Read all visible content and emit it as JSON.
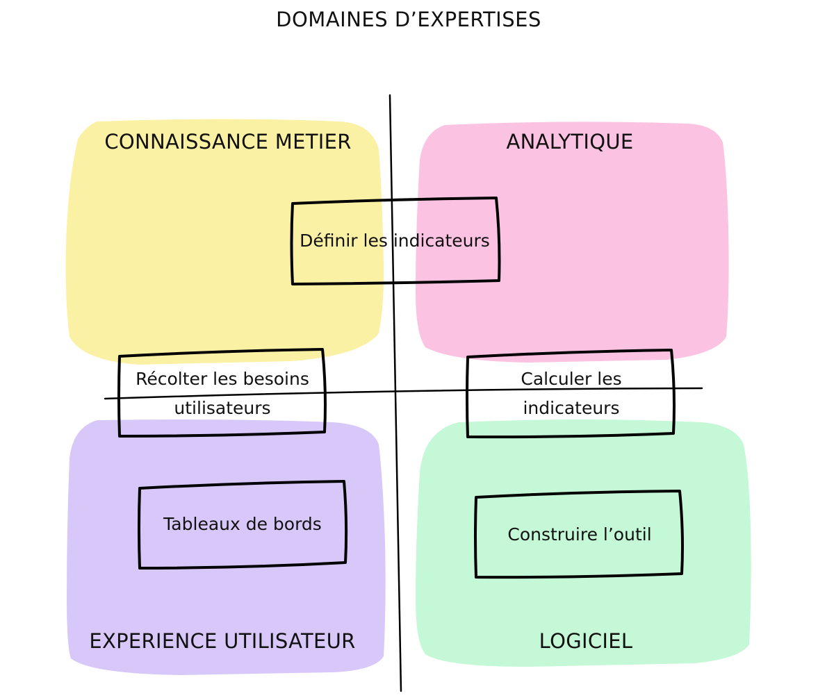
{
  "title": "DOMAINES D’EXPERTISES",
  "colors": {
    "business": "#fbf1a4",
    "analytics": "#fbc2e2",
    "ux": "#d8c7f9",
    "software": "#c4f8d6",
    "stroke": "#000000",
    "text": "#111111"
  },
  "quadrants": {
    "business": "CONNAISSANCE METIER",
    "analytics": "ANALYTIQUE",
    "ux": "EXPERIENCE UTILISATEUR",
    "software": "LOGICIEL"
  },
  "boxes": {
    "define": "Définir les indicateurs",
    "collect_line1": "Récolter les besoins",
    "collect_line2": "utilisateurs",
    "compute_line1": "Calculer les",
    "compute_line2": "indicateurs",
    "dashboards": "Tableaux de bords",
    "build": "Construire l’outil"
  }
}
